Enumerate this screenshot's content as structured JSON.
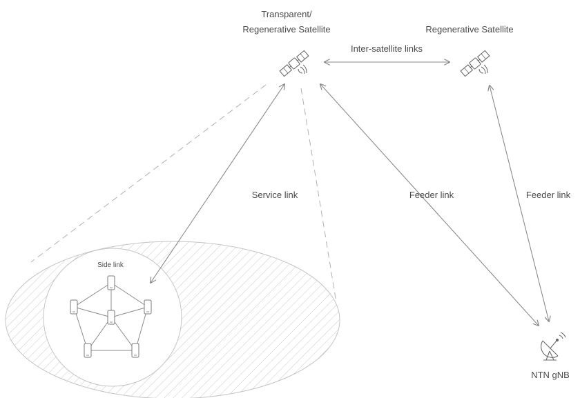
{
  "satellites": {
    "transparent": {
      "label_line1": "Transparent/",
      "label_line2": "Regenerative Satellite",
      "icon": "satellite-icon"
    },
    "regenerative": {
      "label": "Regenerative Satellite",
      "icon": "satellite-icon"
    }
  },
  "links": {
    "inter_satellite": "Inter-satellite links",
    "service": "Service link",
    "feeder_left": "Feeder link",
    "feeder_right": "Feeder link",
    "side": "Side link"
  },
  "ground_station": {
    "label": "NTN gNB",
    "icon": "satellite-dish-icon"
  },
  "devices": {
    "count_label": "",
    "icon": "smartphone-icon"
  },
  "colors": {
    "line": "#9a9a9a",
    "text": "#4a4a4a",
    "hatch": "#c8c8c8"
  }
}
